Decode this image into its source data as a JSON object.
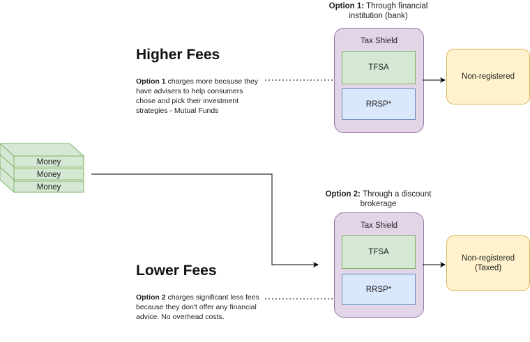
{
  "option1": {
    "title_bold": "Option 1:",
    "title_line1": " Through financial",
    "title_line2": "institution (bank)",
    "shield_label": "Tax Shield",
    "tfsa_label": "TFSA",
    "rrsp_label": "RRSP*",
    "nonreg_label": "Non-registered"
  },
  "option2": {
    "title_bold": "Option 2:",
    "title_line1": " Through a discount",
    "title_line2": "brokerage",
    "shield_label": "Tax Shield",
    "tfsa_label": "TFSA",
    "rrsp_label": "RRSP*",
    "nonreg_line1": "Non-registered",
    "nonreg_line2": "(Taxed)"
  },
  "higher": {
    "heading": "Higher Fees",
    "desc_bold": "Option 1",
    "desc_rest": " charges more because they have advisers to help consumers chose and pick their investment strategies - Mutual Funds"
  },
  "lower": {
    "heading": "Lower Fees",
    "desc_bold": "Option 2",
    "desc_rest": " charges significant less fees because they don't offer any financial advice. No overhead costs."
  },
  "money": {
    "labels": [
      "Money",
      "Money",
      "Money"
    ],
    "colors": {
      "fill": "#d5e8d4",
      "stroke": "#82b366"
    }
  },
  "colors": {
    "shield_fill": "#e1d5e7",
    "shield_stroke": "#9673a6",
    "tfsa_fill": "#d5e8d4",
    "rrsp_fill": "#dae8fc",
    "nonreg_fill": "#fff2cc"
  }
}
